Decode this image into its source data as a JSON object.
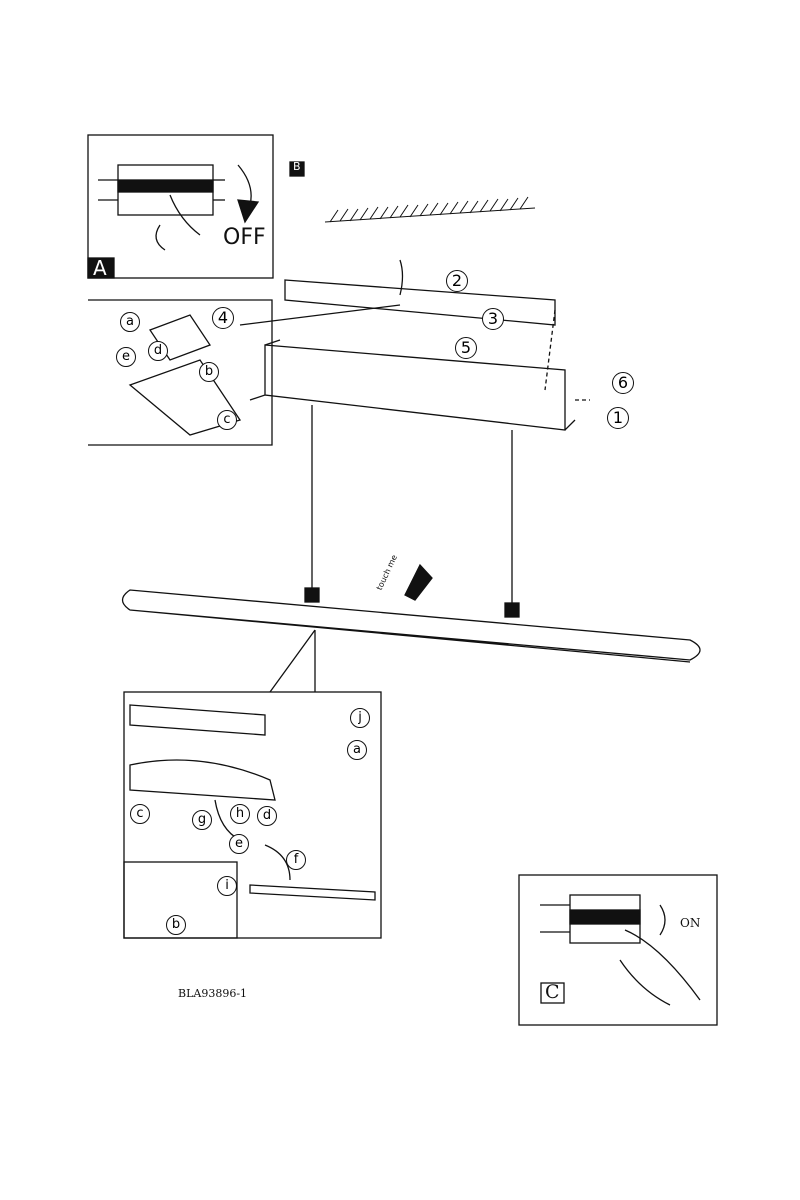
{
  "panel_a": {
    "label": "A",
    "switch_text": "OFF"
  },
  "panel_b": {
    "label": "B"
  },
  "panel_c": {
    "label": "C",
    "switch_text": "ON"
  },
  "steps": [
    "1",
    "2",
    "3",
    "4",
    "5",
    "6"
  ],
  "detail_letters": [
    "a",
    "b",
    "c",
    "d",
    "e",
    "f",
    "g",
    "h",
    "i",
    "j"
  ],
  "touch_text": "touch me",
  "doc_code": "BLA93896-1"
}
